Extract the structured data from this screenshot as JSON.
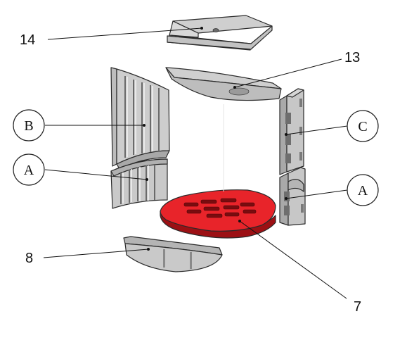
{
  "labels": {
    "part_14": "14",
    "part_13": "13",
    "part_b": "B",
    "part_c": "C",
    "part_a_left": "A",
    "part_a_right": "A",
    "part_8": "8",
    "part_7": "7"
  },
  "colors": {
    "part_fill": "#c8c8c8",
    "part_shade": "#a9a9a9",
    "part_dark": "#8f8f8f",
    "highlight_red": "#e8242a",
    "highlight_dark": "#9c1014",
    "outline": "#2a2a2a"
  }
}
